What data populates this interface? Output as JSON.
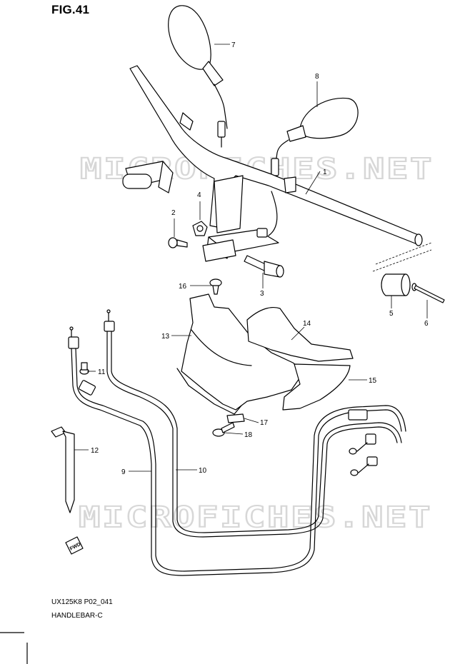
{
  "figure": {
    "title": "FIG.41",
    "code": "UX125K8 P02_041",
    "name": "HANDLEBAR-C"
  },
  "watermark": "MICROFICHES.NET",
  "fwd_marker": "FWD",
  "parts": [
    {
      "id": "handlebar",
      "number": "1"
    },
    {
      "id": "bolt-small",
      "number": "2"
    },
    {
      "id": "bolt-holder",
      "number": "3"
    },
    {
      "id": "nut",
      "number": "4"
    },
    {
      "id": "balancer",
      "number": "5"
    },
    {
      "id": "balancer-screw",
      "number": "6"
    },
    {
      "id": "mirror-right",
      "number": "7"
    },
    {
      "id": "mirror-left",
      "number": "8"
    },
    {
      "id": "cable-9",
      "number": "9"
    },
    {
      "id": "cable-10",
      "number": "10"
    },
    {
      "id": "screw-11",
      "number": "11"
    },
    {
      "id": "clamp-12",
      "number": "12"
    },
    {
      "id": "cover-13",
      "number": "13"
    },
    {
      "id": "cover-14",
      "number": "14"
    },
    {
      "id": "cover-15",
      "number": "15"
    },
    {
      "id": "screw-16",
      "number": "16"
    },
    {
      "id": "nut-17",
      "number": "17"
    },
    {
      "id": "screw-18",
      "number": "18"
    }
  ]
}
